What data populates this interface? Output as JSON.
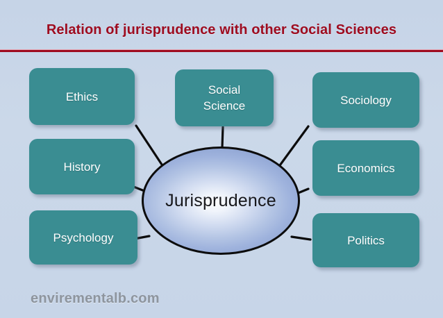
{
  "title": {
    "text": "Relation of jurisprudence with other Social Sciences"
  },
  "center": {
    "label": "Jurisprudence"
  },
  "nodes": [
    {
      "id": "ethics",
      "label": "Ethics"
    },
    {
      "id": "history",
      "label": "History"
    },
    {
      "id": "psychology",
      "label": "Psychology"
    },
    {
      "id": "social",
      "label": "Social Science"
    },
    {
      "id": "sociology",
      "label": "Sociology"
    },
    {
      "id": "economics",
      "label": "Economics"
    },
    {
      "id": "politics",
      "label": "Politics"
    }
  ],
  "node_labels": {
    "ethics": "Ethics",
    "history": "History",
    "psychology": "Psychology",
    "social_line1": "Social",
    "social_line2": "Science",
    "sociology": "Sociology",
    "economics": "Economics",
    "politics": "Politics"
  },
  "watermark": {
    "text": "envirementalb.com"
  },
  "colors": {
    "background": "#c9d6e8",
    "title_red": "#9e0c20",
    "node_teal": "#3a8d92",
    "node_text": "#ffffff",
    "connector": "#0c0c0c",
    "center_text": "#17171b",
    "watermark_gray": "#8e959e"
  },
  "connectors": [
    {
      "from": "center",
      "to": "ethics"
    },
    {
      "from": "center",
      "to": "history"
    },
    {
      "from": "center",
      "to": "psychology"
    },
    {
      "from": "center",
      "to": "social"
    },
    {
      "from": "center",
      "to": "sociology"
    },
    {
      "from": "center",
      "to": "economics"
    },
    {
      "from": "center",
      "to": "politics"
    }
  ]
}
